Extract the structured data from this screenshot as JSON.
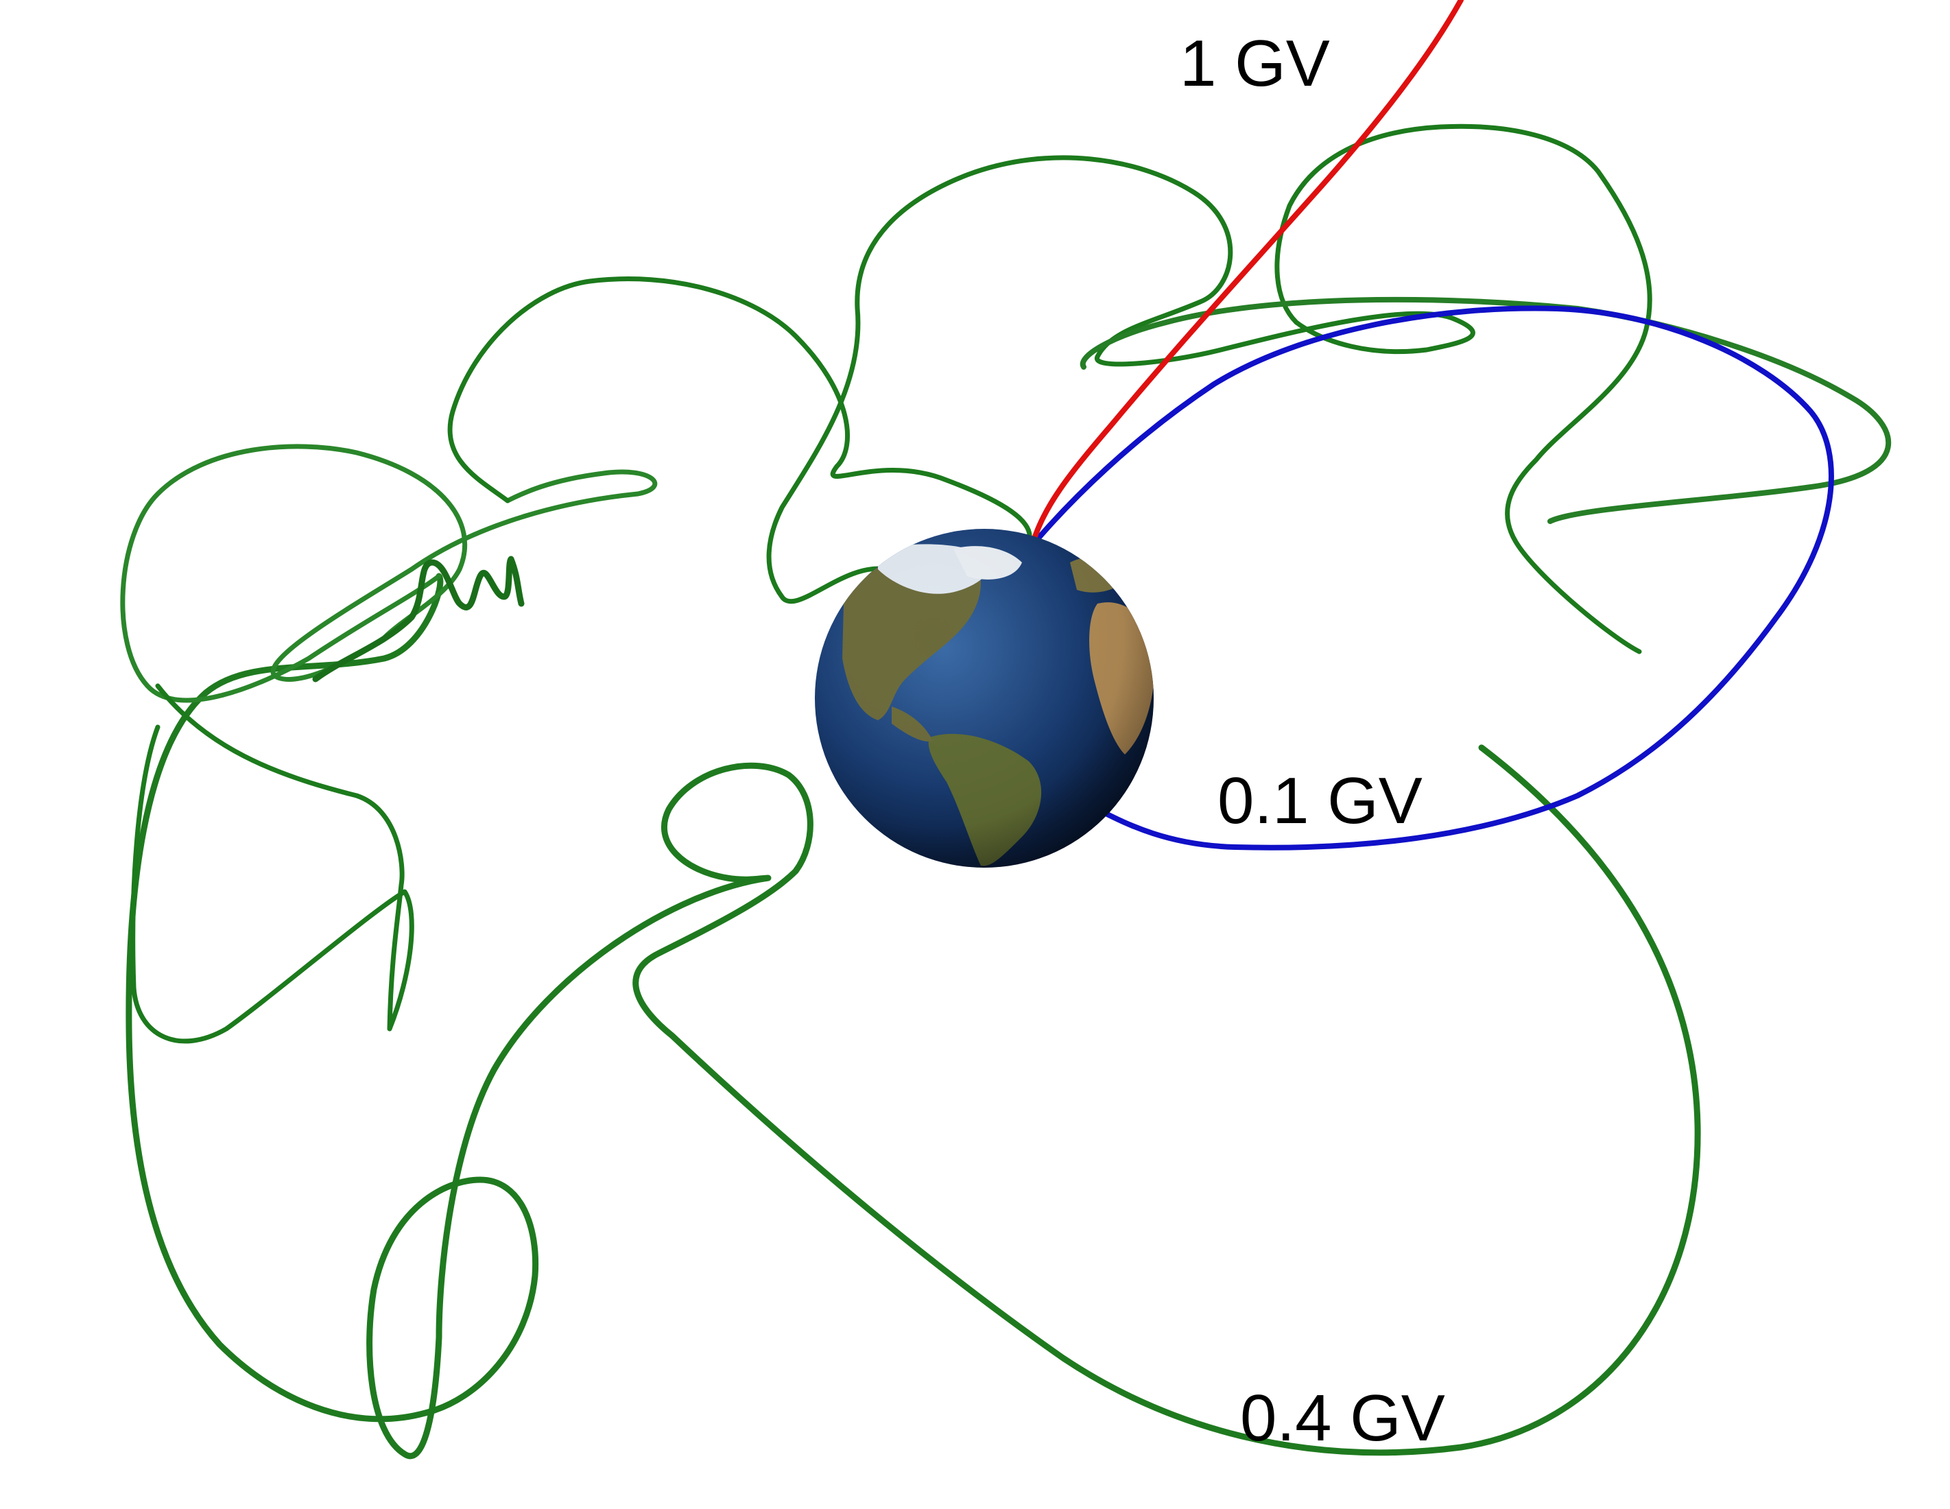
{
  "labels": {
    "label_1gv": "1 GV",
    "label_01gv": "0.1 GV",
    "label_04gv": "0.4 GV"
  },
  "colors": {
    "trajectory_1gv": "#e01010",
    "trajectory_01gv": "#1010c8",
    "trajectory_04gv": "#1f7a1f",
    "trajectory_04gv_dark": "#145c14",
    "ocean": "#0f2a55",
    "land": "#6b6a3a",
    "desert": "#b08a55",
    "ice": "#dfe6ee"
  },
  "icons": {
    "earth": "earth-globe-icon"
  }
}
